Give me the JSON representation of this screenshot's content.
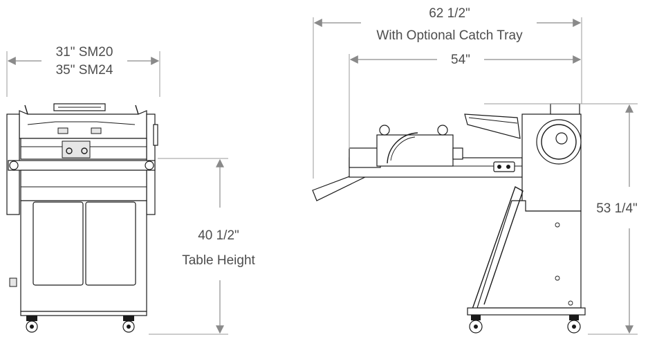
{
  "dimensions": {
    "front_width_sm20": "31\" SM20",
    "front_width_sm24": "35\" SM24",
    "table_height_value": "40 1/2\"",
    "table_height_label": "Table Height",
    "overall_length_value": "62 1/2\"",
    "overall_length_label": "With Optional Catch Tray",
    "base_length": "54\"",
    "overall_height": "53 1/4\""
  },
  "colors": {
    "dimension_lines": "#8a8a8a",
    "dimension_text": "#4d4d4d",
    "machine_lines": "#1a1a1a",
    "background": "#ffffff"
  }
}
